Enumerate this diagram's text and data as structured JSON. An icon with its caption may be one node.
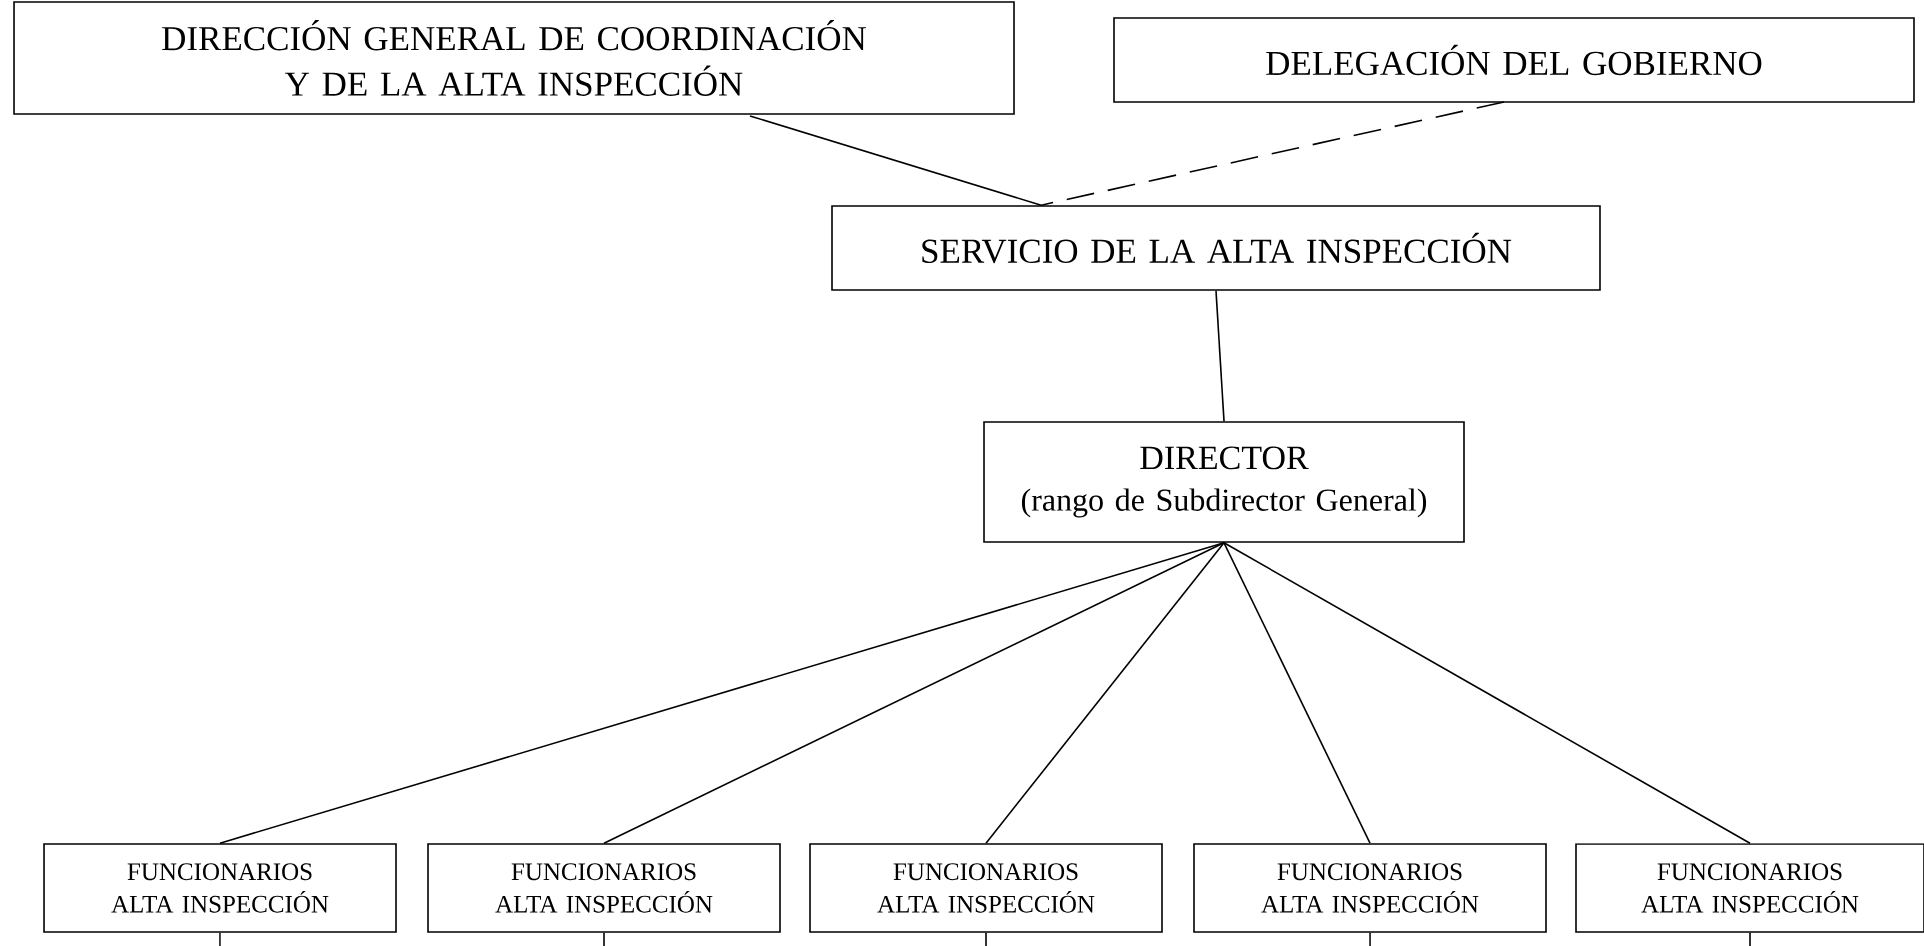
{
  "diagram": {
    "nodes": [
      {
        "text": [
          "DIRECCIÓN GENERAL DE COORDINACIÓN Y DE LA ALTA INSPECCIÓN"
        ]
      },
      {
        "text": [
          "DELEGACIÓN DEL GOBIERNO"
        ]
      },
      {
        "text": [
          "SERVICIO DE LA ALTA INSPECCIÓN"
        ]
      },
      {
        "text": [
          "DIRECTOR",
          "(rango de Subdirector General)"
        ]
      },
      {
        "text": [
          "FUNCIONARIOS ALTA INSPECCIÓN"
        ]
      },
      {
        "text": [
          "FUNCIONARIOS ALTA INSPECCIÓN"
        ]
      },
      {
        "text": [
          "FUNCIONARIOS ALTA INSPECCIÓN"
        ]
      },
      {
        "text": [
          "FUNCIONARIOS ALTA INSPECCIÓN"
        ]
      },
      {
        "text": [
          "FUNCIONARIOS ALTA INSPECCIÓN"
        ]
      }
    ],
    "edges": [
      {
        "from": 0,
        "to": 2,
        "arrow": "none"
      },
      {
        "from": 1,
        "to": 2,
        "arrow": "none",
        "style": "dashed"
      },
      {
        "from": 2,
        "to": 3,
        "arrow": "none"
      },
      {
        "from": 3,
        "to": 4,
        "arrow": "none"
      },
      {
        "from": 3,
        "to": 5,
        "arrow": "none"
      },
      {
        "from": 3,
        "to": 6,
        "arrow": "none"
      },
      {
        "from": 3,
        "to": 7,
        "arrow": "none"
      },
      {
        "from": 3,
        "to": 8,
        "arrow": "none"
      },
      {
        "from": 4,
        "to": null,
        "arrow": "none"
      },
      {
        "from": 5,
        "to": null,
        "arrow": "none"
      },
      {
        "from": 6,
        "to": null,
        "arrow": "none"
      },
      {
        "from": 7,
        "to": null,
        "arrow": "none"
      },
      {
        "from": 8,
        "to": null,
        "arrow": "none"
      }
    ]
  }
}
